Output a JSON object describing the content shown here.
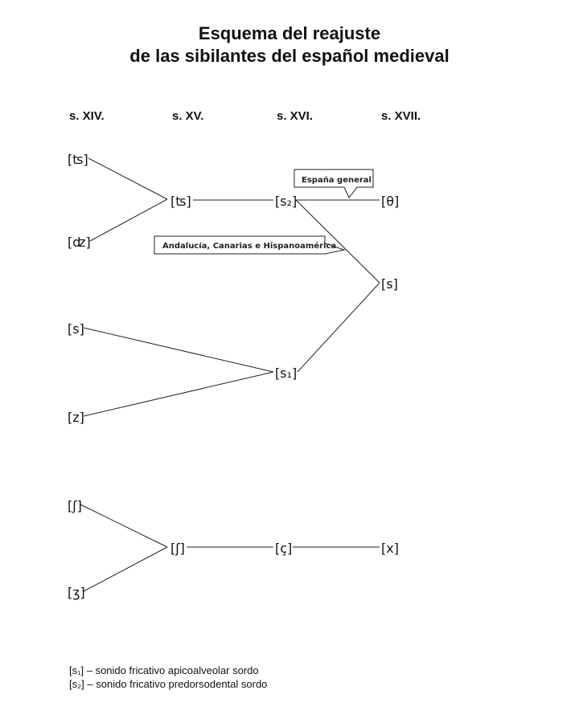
{
  "title": {
    "line1": "Esquema del reajuste",
    "line2": "de las sibilantes del español medieval"
  },
  "centuries": [
    "s. XIV.",
    "s. XV.",
    "s. XVI.",
    "s. XVII."
  ],
  "nodes": {
    "ts_xiv": "[ʦ]",
    "dz_xiv": "[ʣ]",
    "ts_xv": "[ʦ]",
    "s2_xvi": "[s₂]",
    "theta_xvii": "[θ]",
    "s_xvii": "[s]",
    "s_xiv": "[s]",
    "z_xiv": "[z]",
    "s1_xvi": "[s₁]",
    "sh_xiv": "[ʃ]",
    "zh_xiv": "[ʒ]",
    "sh_xv": "[ʃ]",
    "c_xvi": "[ç]",
    "x_xvii": "[x]"
  },
  "callouts": {
    "espana": "España general",
    "andalucia": "Andalucía, Canarias e Hispanoamérica"
  },
  "legend": {
    "s1_symbol": "[s₁]",
    "s1_text": " – sonido fricativo apicoalveolar sordo",
    "s2_symbol": "[s₂]",
    "s2_text": " – sonido fricativo predorsodental sordo"
  }
}
